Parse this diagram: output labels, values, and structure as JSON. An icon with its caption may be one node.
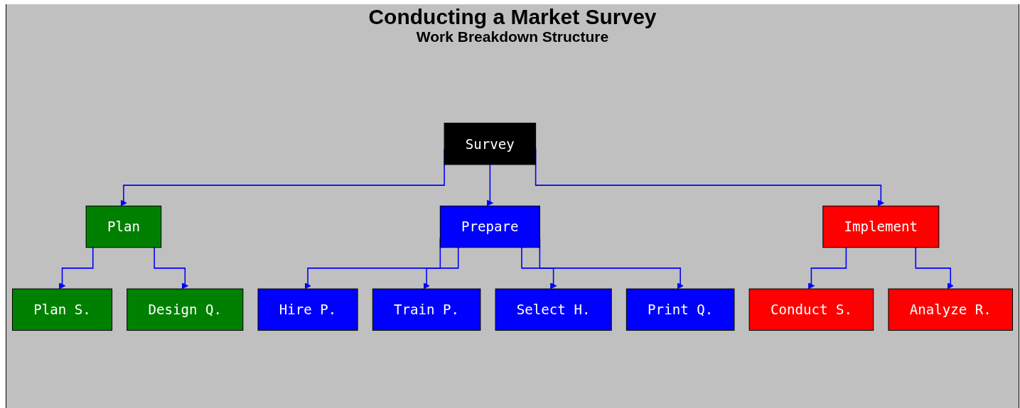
{
  "diagram": {
    "title": "Conducting a Market Survey",
    "nodes": [
      {
        "text": [
          "Survey"
        ]
      },
      {
        "text": [
          "Plan"
        ]
      },
      {
        "text": [
          "Prepare"
        ]
      },
      {
        "text": [
          "Implement"
        ]
      },
      {
        "text": [
          "Plan S."
        ]
      },
      {
        "text": [
          "Design Q."
        ]
      },
      {
        "text": [
          "Hire P."
        ]
      },
      {
        "text": [
          "Train P."
        ]
      },
      {
        "text": [
          "Select H."
        ]
      },
      {
        "text": [
          "Print Q."
        ]
      },
      {
        "text": [
          "Conduct S."
        ]
      },
      {
        "text": [
          "Analyze R."
        ]
      }
    ],
    "edges": [
      {
        "from": 0,
        "to": 1,
        "arrow": "to"
      },
      {
        "from": 0,
        "to": 2,
        "arrow": "to"
      },
      {
        "from": 0,
        "to": 3,
        "arrow": "to"
      },
      {
        "from": 1,
        "to": 4,
        "arrow": "to"
      },
      {
        "from": 1,
        "to": 5,
        "arrow": "to"
      },
      {
        "from": 2,
        "to": 6,
        "arrow": "to"
      },
      {
        "from": 2,
        "to": 7,
        "arrow": "to"
      },
      {
        "from": 2,
        "to": 8,
        "arrow": "to"
      },
      {
        "from": 2,
        "to": 9,
        "arrow": "to"
      },
      {
        "from": 3,
        "to": 10,
        "arrow": "to"
      },
      {
        "from": 3,
        "to": 11,
        "arrow": "to"
      }
    ],
    "labels": [
      "Work Breakdown Structure"
    ]
  }
}
